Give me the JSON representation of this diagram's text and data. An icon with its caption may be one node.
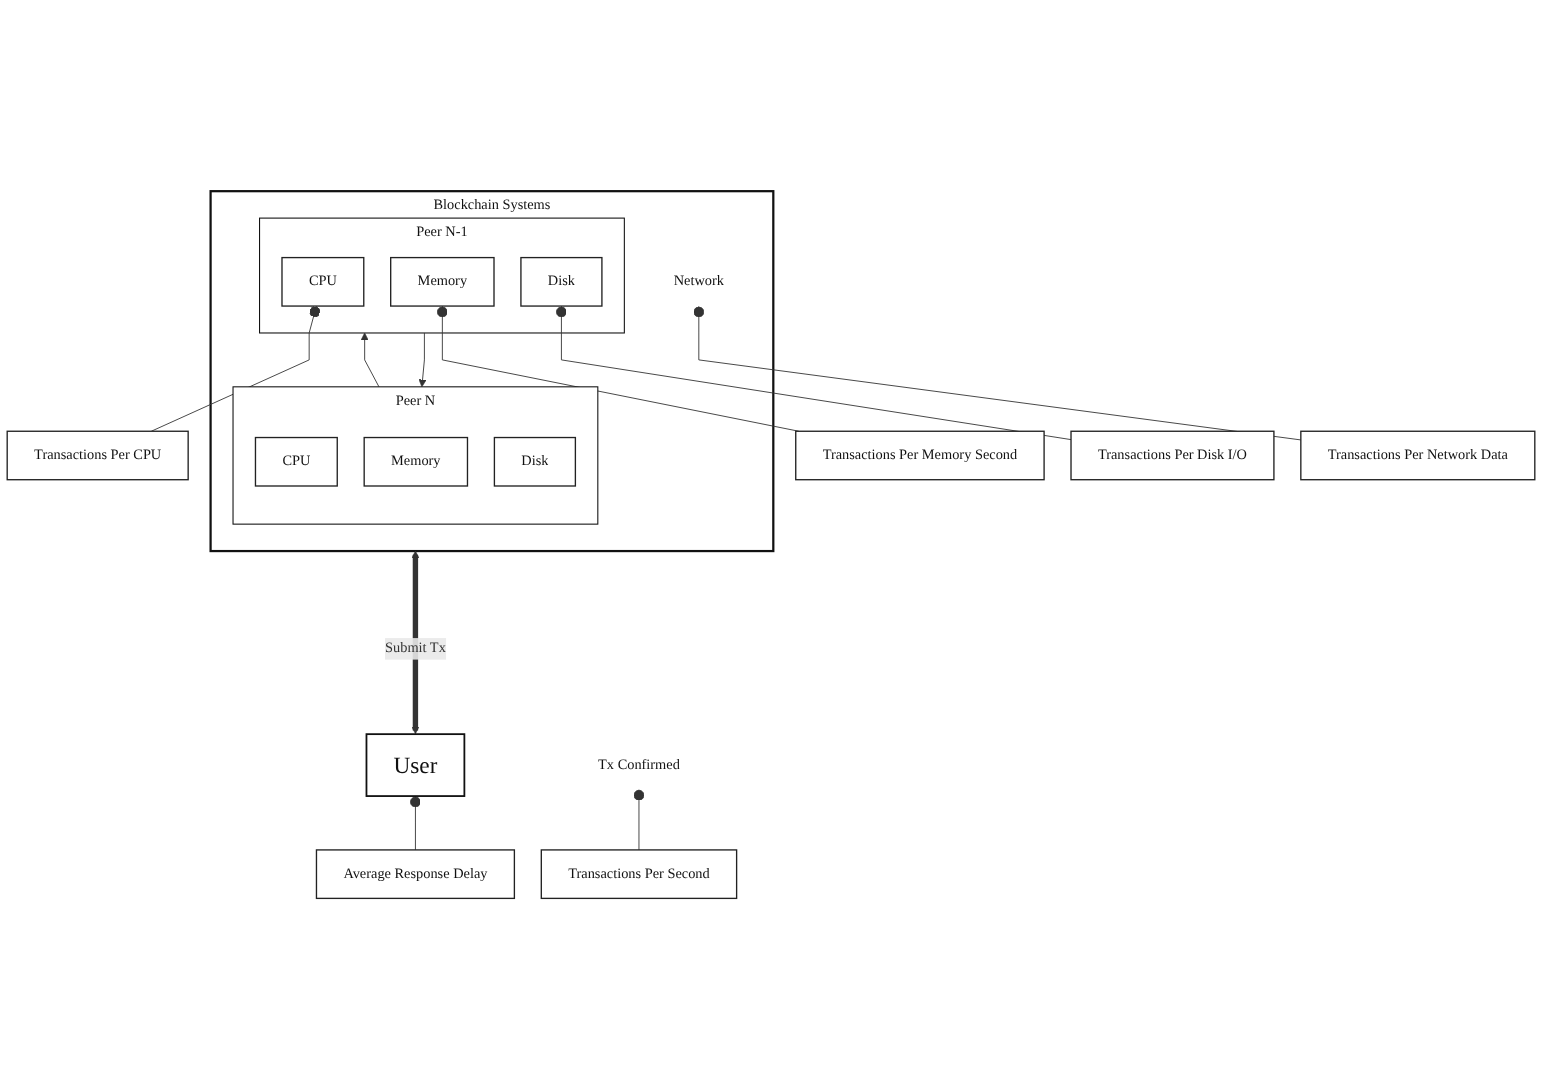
{
  "diagram": {
    "nodes": [
      {
        "text": [
          "Blockchain Systems"
        ]
      },
      {
        "text": [
          "Peer N-1"
        ],
        "in": 0
      },
      {
        "text": [
          "CPU"
        ],
        "in": 1
      },
      {
        "text": [
          "Memory"
        ],
        "in": 1
      },
      {
        "text": [
          "Disk"
        ],
        "in": 1
      },
      {
        "text": [
          "Network"
        ],
        "in": 0
      },
      {
        "text": [
          "Peer N"
        ],
        "in": 0
      },
      {
        "text": [
          "CPU"
        ],
        "in": 6
      },
      {
        "text": [
          "Memory"
        ],
        "in": 6
      },
      {
        "text": [
          "Disk"
        ],
        "in": 6
      },
      {
        "text": [
          "User"
        ]
      },
      {
        "text": [
          "Tx Confirmed"
        ]
      },
      {
        "text": [
          "Transactions Per Second"
        ]
      },
      {
        "text": [
          "Average Response Delay"
        ]
      },
      {
        "text": [
          "Transactions Per CPU"
        ]
      },
      {
        "text": [
          "Transactions Per Memory Second"
        ]
      },
      {
        "text": [
          "Transactions Per Disk I/O"
        ]
      },
      {
        "text": [
          "Transactions Per Network Data"
        ]
      }
    ],
    "edges": [
      {
        "from": 1,
        "to": 6,
        "arrow": "to"
      },
      {
        "from": 6,
        "to": 1,
        "arrow": "to"
      },
      {
        "from": 10,
        "to": 0,
        "label": "Submit Tx",
        "arrow": "both",
        "style": "thick"
      },
      {
        "from": 12,
        "to": 11,
        "arrow": "other"
      },
      {
        "from": 13,
        "to": 10,
        "arrow": "other"
      },
      {
        "from": 14,
        "to": 2,
        "arrow": "other"
      },
      {
        "from": 15,
        "to": 3,
        "arrow": "other"
      },
      {
        "from": 16,
        "to": 4,
        "arrow": "other"
      },
      {
        "from": 17,
        "to": 5,
        "arrow": "other"
      }
    ]
  }
}
